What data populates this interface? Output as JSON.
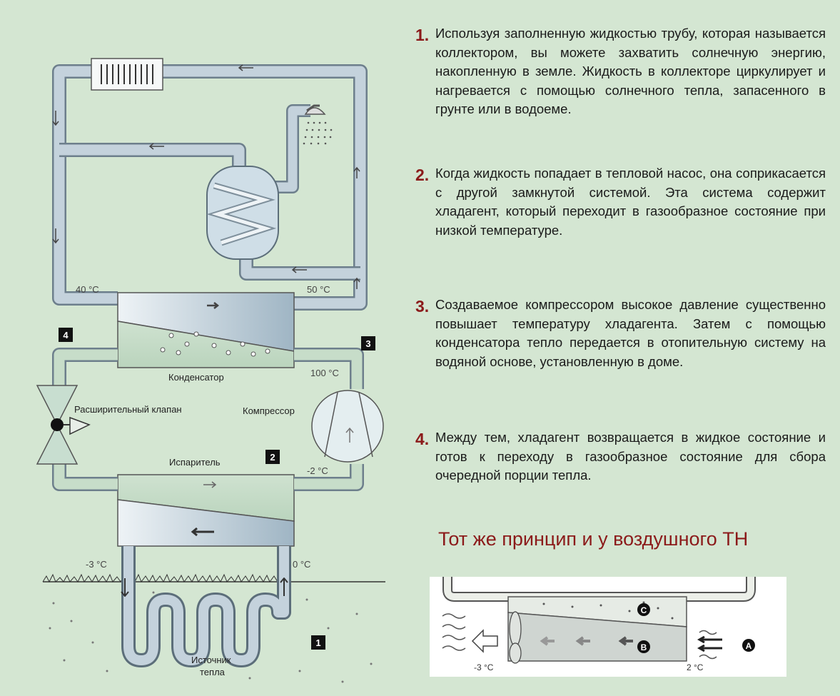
{
  "steps": [
    {
      "num": "1.",
      "text": "Используя заполненную жидкостью трубу, которая называется коллектором, вы можете захватить солнечную энергию, накопленную в земле. Жидкость в коллекторе циркулирует и нагревается с помощью солнечного тепла, запасенного в грунте или в водоеме."
    },
    {
      "num": "2.",
      "text": "Когда жидкость попадает в тепловой насос, она соприкасается с другой замкнутой системой. Эта система содержит хладагент, который переходит в газообразное состояние при низкой температуре."
    },
    {
      "num": "3.",
      "text": "Создаваемое компрессором высокое давление существенно повышает температуру хладагента. Затем с помощью конденсатора тепло передается в отопительную систему на водяной основе, установленную в доме."
    },
    {
      "num": "4.",
      "text": "Между тем, хладагент возвращается в жидкое состояние и готов к переходу в газообразное состояние для сбора очередной порции тепла."
    }
  ],
  "subtitle": "Тот же принцип и у воздушного ТН",
  "diagram": {
    "labels": {
      "temp_40": "40 °C",
      "temp_50": "50 °C",
      "temp_100": "100 °C",
      "temp_minus2": "-2 °C",
      "temp_minus3": "-3 °C",
      "temp_0": "0 °C",
      "condenser": "Конденсатор",
      "expansion_valve": "Расширительный клапан",
      "compressor": "Компрессор",
      "evaporator": "Испаритель",
      "heat_source_line1": "Источник",
      "heat_source_line2": "тепла"
    },
    "badges": {
      "b1": "1",
      "b2": "2",
      "b3": "3",
      "b4": "4"
    }
  },
  "air_diagram": {
    "temp_left": "-3 °C",
    "temp_right": "2 °C",
    "markers": {
      "a": "A",
      "b": "B",
      "c": "C"
    }
  }
}
